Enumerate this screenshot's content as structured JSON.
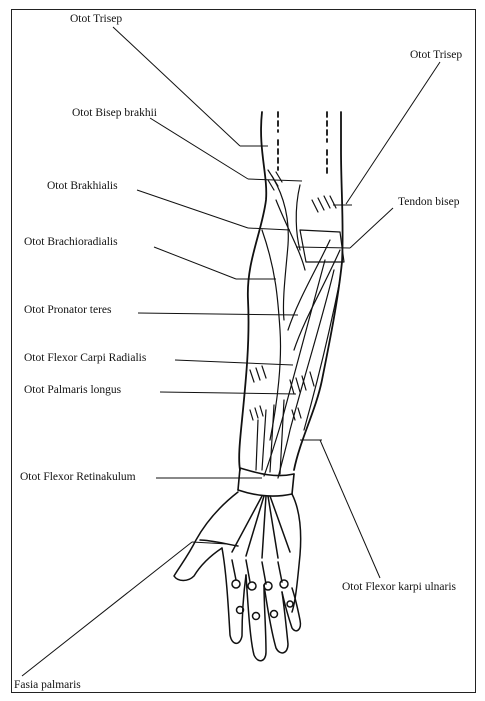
{
  "labels": {
    "trisep_left": "Otot Trisep",
    "trisep_right": "Otot Trisep",
    "bisep_brakhii": "Otot Bisep brakhii",
    "brakhialis": "Otot Brakhialis",
    "tendon_bisep": "Tendon bisep",
    "brachioradialis": "Otot Brachioradialis",
    "pronator_teres": "Otot Pronator teres",
    "flexor_carpi_radialis": "Otot Flexor Carpi Radialis",
    "palmaris_longus": "Otot Palmaris longus",
    "flexor_retinakulum": "Otot Flexor Retinakulum",
    "flexor_karpi_ulnaris": "Otot Flexor karpi ulnaris",
    "fasia_palmaris": "Fasia palmaris"
  },
  "colors": {
    "ink": "#111111",
    "paper": "#ffffff"
  }
}
